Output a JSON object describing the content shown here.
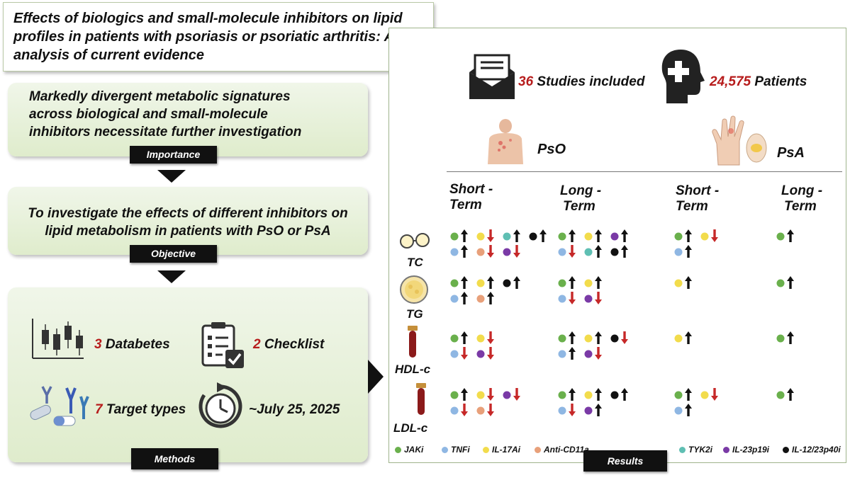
{
  "title": "Effects of biologics and small-molecule inhibitors on lipid profiles in patients with psoriasis or psoriatic arthritis: An analysis of current evidence",
  "importance": {
    "text": "Markedly divergent metabolic signatures across biological and small-molecule inhibitors necessitate further investigation",
    "label": "Importance"
  },
  "objective": {
    "text": "To investigate the effects of different inhibitors on lipid metabolism in patients with PsO or PsA",
    "label": "Objective"
  },
  "methods": {
    "label": "Methods",
    "databases": {
      "num": "3",
      "text": " Databetes"
    },
    "checklist": {
      "num": "2",
      "text": " Checklist"
    },
    "targets": {
      "num": "7",
      "text": " Target types"
    },
    "date": "~July 25, 2025"
  },
  "results": {
    "label": "Results",
    "studies": {
      "num": "36",
      "text": " Studies included"
    },
    "patients": {
      "num": "24,575",
      "text": " Patients"
    },
    "pso": "PsO",
    "psa": "PsA",
    "columns": [
      {
        "l1": "Short -",
        "l2": "Term"
      },
      {
        "l1": "Long -",
        "l2": "Term"
      },
      {
        "l1": "Short -",
        "l2": "Term"
      },
      {
        "l1": "Long -",
        "l2": "Term"
      }
    ],
    "rows": [
      "TC",
      "TG",
      "HDL-c",
      "LDL-c"
    ]
  },
  "colors": {
    "JAKi": "#6ab04c",
    "TNFi": "#8fb7e3",
    "IL-17Ai": "#f2dc4c",
    "Anti-CD11a": "#e8a07a",
    "TYK2i": "#5fbfb3",
    "IL-23p19i": "#7a3aa6",
    "IL-12/23p40i": "#111111",
    "up": "#111111",
    "down": "#c62828"
  },
  "legend": [
    "JAKi",
    "TNFi",
    "IL-17Ai",
    "Anti-CD11a",
    "TYK2i",
    "IL-23p19i",
    "IL-12/23p40i"
  ],
  "effects": [
    [
      [
        [
          [
            "JAKi",
            "up"
          ],
          [
            "IL-17Ai",
            "down"
          ],
          [
            "TYK2i",
            "up"
          ],
          [
            "IL-12/23p40i",
            "up"
          ]
        ],
        [
          [
            "TNFi",
            "up"
          ],
          [
            "Anti-CD11a",
            "down"
          ],
          [
            "IL-23p19i",
            "down"
          ]
        ]
      ],
      [
        [
          [
            "JAKi",
            "up"
          ],
          [
            "IL-17Ai",
            "up"
          ],
          [
            "IL-23p19i",
            "up"
          ]
        ],
        [
          [
            "TNFi",
            "down"
          ],
          [
            "TYK2i",
            "up"
          ],
          [
            "IL-12/23p40i",
            "up"
          ]
        ]
      ],
      [
        [
          [
            "JAKi",
            "up"
          ],
          [
            "IL-17Ai",
            "down"
          ]
        ],
        [
          [
            "TNFi",
            "up"
          ]
        ]
      ],
      [
        [
          [
            "JAKi",
            "up"
          ]
        ]
      ]
    ],
    [
      [
        [
          [
            "JAKi",
            "up"
          ],
          [
            "IL-17Ai",
            "up"
          ],
          [
            "IL-12/23p40i",
            "up"
          ]
        ],
        [
          [
            "TNFi",
            "up"
          ],
          [
            "Anti-CD11a",
            "up"
          ]
        ]
      ],
      [
        [
          [
            "JAKi",
            "up"
          ],
          [
            "IL-17Ai",
            "up"
          ]
        ],
        [
          [
            "TNFi",
            "down"
          ],
          [
            "IL-23p19i",
            "down"
          ]
        ]
      ],
      [
        [
          [
            "IL-17Ai",
            "up"
          ]
        ]
      ],
      [
        [
          [
            "JAKi",
            "up"
          ]
        ]
      ]
    ],
    [
      [
        [
          [
            "JAKi",
            "up"
          ],
          [
            "IL-17Ai",
            "down"
          ]
        ],
        [
          [
            "TNFi",
            "down"
          ],
          [
            "IL-23p19i",
            "down"
          ]
        ]
      ],
      [
        [
          [
            "JAKi",
            "up"
          ],
          [
            "IL-17Ai",
            "up"
          ],
          [
            "IL-12/23p40i",
            "down"
          ]
        ],
        [
          [
            "TNFi",
            "up"
          ],
          [
            "IL-23p19i",
            "down"
          ]
        ]
      ],
      [
        [
          [
            "IL-17Ai",
            "up"
          ]
        ]
      ],
      [
        [
          [
            "JAKi",
            "up"
          ]
        ]
      ]
    ],
    [
      [
        [
          [
            "JAKi",
            "up"
          ],
          [
            "IL-17Ai",
            "down"
          ],
          [
            "IL-23p19i",
            "down"
          ]
        ],
        [
          [
            "TNFi",
            "down"
          ],
          [
            "Anti-CD11a",
            "down"
          ]
        ]
      ],
      [
        [
          [
            "JAKi",
            "up"
          ],
          [
            "IL-17Ai",
            "up"
          ],
          [
            "IL-12/23p40i",
            "up"
          ]
        ],
        [
          [
            "TNFi",
            "down"
          ],
          [
            "IL-23p19i",
            "up"
          ]
        ]
      ],
      [
        [
          [
            "JAKi",
            "up"
          ],
          [
            "IL-17Ai",
            "down"
          ]
        ],
        [
          [
            "TNFi",
            "up"
          ]
        ]
      ],
      [
        [
          [
            "JAKi",
            "up"
          ]
        ]
      ]
    ]
  ]
}
